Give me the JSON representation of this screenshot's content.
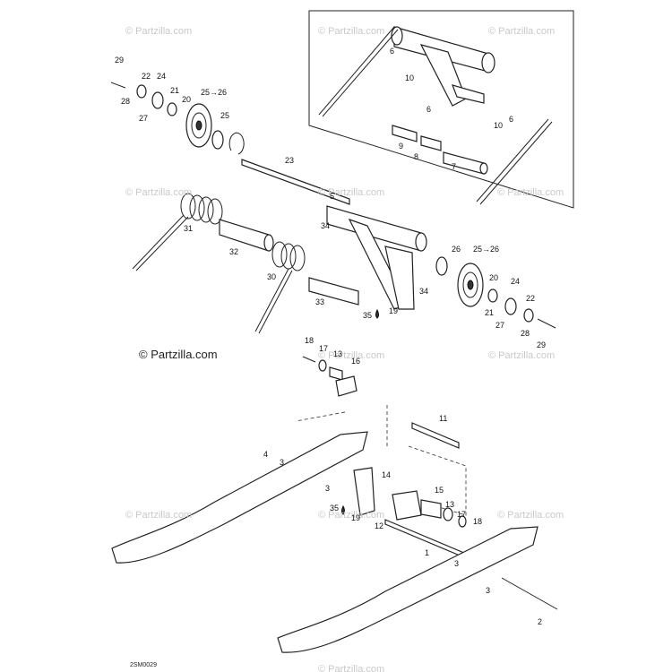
{
  "brand": "© Partzilla.com",
  "diagram_code": "2SM0029",
  "watermark_text": "© Partzilla.com",
  "watermarks": [
    "© Partzilla.com",
    "© Partzilla.com",
    "© Partzilla.com",
    "© Partzilla.com",
    "© Partzilla.com",
    "© Partzilla.com",
    "© Partzilla.com",
    "© Partzilla.com",
    "© Partzilla.com",
    "© Partzilla.com",
    "© Partzilla.com",
    "© Partzilla.com"
  ],
  "part_labels": [
    "29",
    "22",
    "24",
    "28",
    "21",
    "20",
    "27",
    "25→26",
    "25",
    "6",
    "6",
    "10",
    "10",
    "6",
    "9",
    "8",
    "7",
    "23",
    "5",
    "34",
    "31",
    "32",
    "30",
    "33",
    "26",
    "25→26",
    "35",
    "19",
    "34",
    "20",
    "24",
    "22",
    "21",
    "27",
    "28",
    "29",
    "18",
    "17",
    "13",
    "16",
    "11",
    "4",
    "3",
    "14",
    "3",
    "15",
    "13",
    "35",
    "19",
    "12",
    "17",
    "18",
    "1",
    "3",
    "3",
    "2"
  ]
}
